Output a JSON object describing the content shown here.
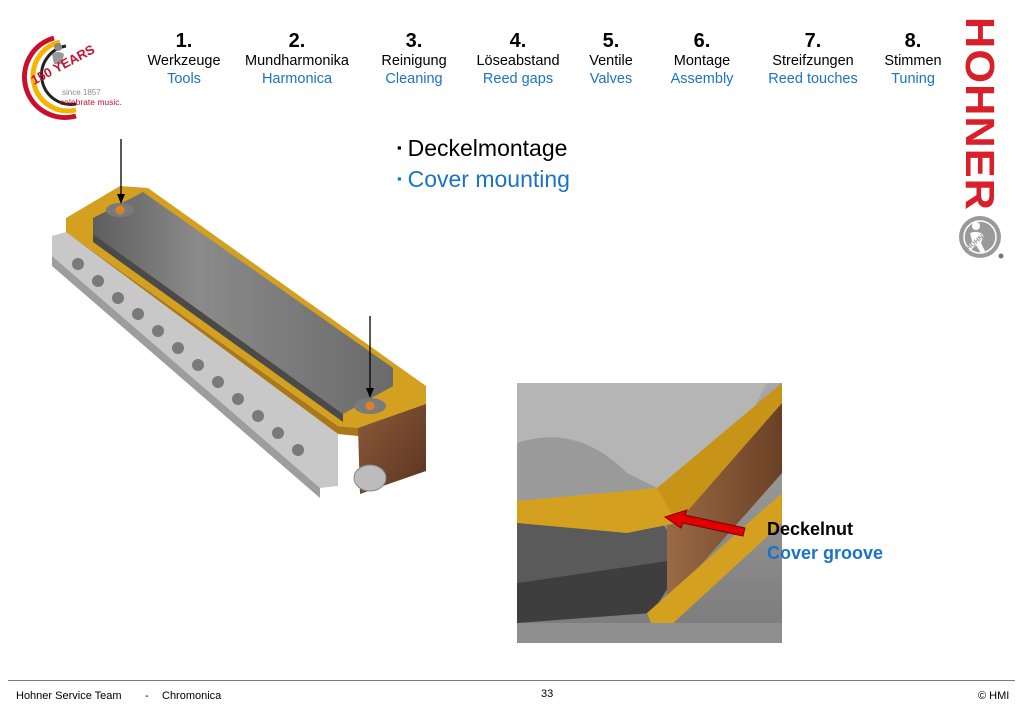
{
  "logo": {
    "years": "150 YEARS",
    "since": "since 1857",
    "tagline": "celebrate music."
  },
  "nav": [
    {
      "num": "1.",
      "de": "Werkzeuge",
      "en": "Tools"
    },
    {
      "num": "2.",
      "de": "Mundharmonika",
      "en": "Harmonica"
    },
    {
      "num": "3.",
      "de": "Reinigung",
      "en": "Cleaning"
    },
    {
      "num": "4.",
      "de": "Löseabstand",
      "en": "Reed gaps"
    },
    {
      "num": "5.",
      "de": "Ventile",
      "en": "Valves"
    },
    {
      "num": "6.",
      "de": "Montage",
      "en": "Assembly"
    },
    {
      "num": "7.",
      "de": "Streifzungen",
      "en": "Reed touches"
    },
    {
      "num": "8.",
      "de": "Stimmen",
      "en": "Tuning"
    }
  ],
  "brand": {
    "name": "HOHNER",
    "mark": "HOHNER",
    "color": "#d9202a"
  },
  "content": {
    "bullets": [
      {
        "marker": "▪",
        "text": "Deckelmontage"
      },
      {
        "marker": "▪",
        "text": "Cover mounting"
      }
    ],
    "callout": {
      "de": "Deckelnut",
      "en": "Cover groove"
    }
  },
  "colors": {
    "accent_blue": "#1a73c8",
    "arrow_red": "#e00000",
    "plate_gold": "#d4a020"
  },
  "footer": {
    "left": "Hohner Service Team",
    "separator": "-",
    "product": "Chromonica",
    "page": "33",
    "right": "© HMI"
  }
}
